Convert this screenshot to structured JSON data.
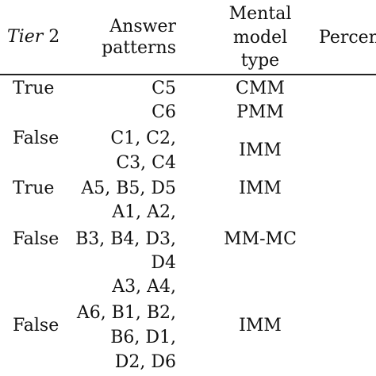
{
  "header": {
    "tier_label_italic": "Tier",
    "tier_label_num": " 2",
    "answer": [
      "Answer",
      "patterns"
    ],
    "mental": [
      "Mental",
      "model",
      "type"
    ],
    "percent_truncated": "Percen"
  },
  "rows": [
    {
      "tier": "True",
      "patterns": [
        "C5"
      ],
      "type": "CMM"
    },
    {
      "tier": "",
      "patterns": [
        "C6"
      ],
      "type": "PMM"
    },
    {
      "tier": "False",
      "patterns": [
        "C1, C2,",
        "C3, C4"
      ],
      "type": "IMM"
    },
    {
      "tier": "True",
      "patterns": [
        "A5, B5, D5"
      ],
      "type": "IMM"
    },
    {
      "tier": "False",
      "patterns": [
        "A1, A2,",
        "B3, B4, D3,",
        "D4"
      ],
      "type": "MM-MC"
    },
    {
      "tier": "False",
      "patterns": [
        "A3, A4,",
        "A6, B1, B2,",
        "B6, D1,",
        "D2, D6"
      ],
      "type": "IMM"
    }
  ]
}
